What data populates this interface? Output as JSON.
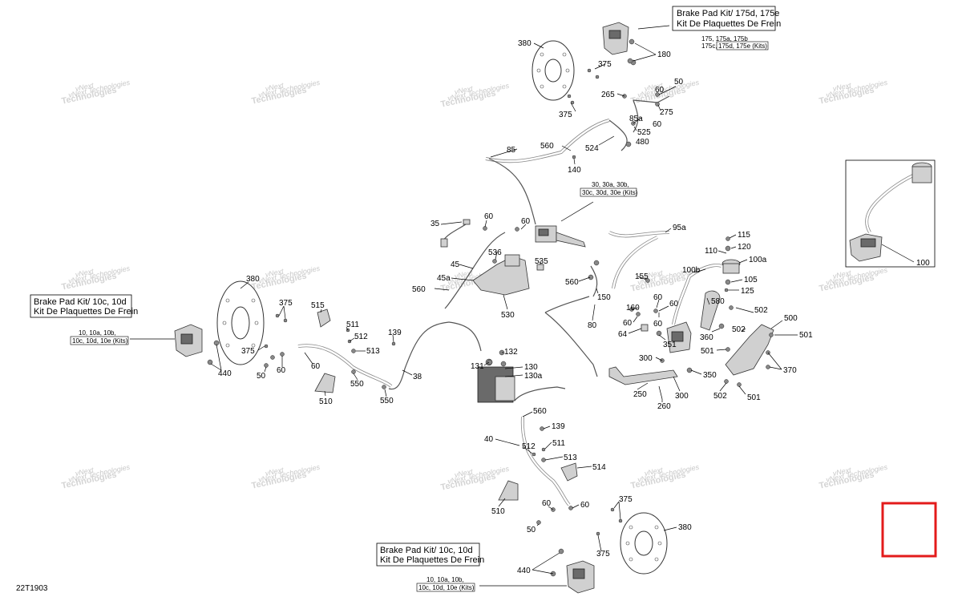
{
  "drawing_code": "22T1903",
  "watermark": {
    "line1": "vNext",
    "line2": "Technologies",
    "line3": "vNext Technologies"
  },
  "kit_boxes": {
    "top": {
      "line1": "Brake Pad Kit/ 175d, 175e",
      "line2": "Kit De Plaquettes De Frein",
      "codes1": "175, 175a, 175b",
      "codes2a": "175c,",
      "codes2b": "175d, 175e (Kits)"
    },
    "left": {
      "line1": "Brake Pad Kit/ 10c, 10d",
      "line2": "Kit De Plaquettes De Frein",
      "codes1": "10, 10a, 10b,",
      "codes2": "10c, 10d, 10e (Kits)"
    },
    "bottom": {
      "line1": "Brake Pad Kit/ 10c, 10d",
      "line2": "Kit De Plaquettes De Frein",
      "codes1": "10, 10a, 10b,",
      "codes2": "10c, 10d, 10e (Kits)"
    },
    "master": {
      "codes1": "30, 30a, 30b,",
      "codes2": "30c, 30d, 30e (Kits)"
    }
  },
  "callouts": {
    "c380a": "380",
    "c375a": "375",
    "c180": "180",
    "c375b": "375",
    "c265": "265",
    "c50a": "50",
    "c60a": "60",
    "c275": "275",
    "c60b": "60",
    "c85a": "85a",
    "c525": "525",
    "c524": "524",
    "c480": "480",
    "c85": "85",
    "c560a": "560",
    "c140": "140",
    "c35": "35",
    "c60c": "60",
    "c60d": "60",
    "c95a": "95a",
    "c115": "115",
    "c120": "120",
    "c110": "110",
    "c100a": "100a",
    "c100b": "100b",
    "c105": "105",
    "c125": "125",
    "c536": "536",
    "c45": "45",
    "c45a": "45a",
    "c535": "535",
    "c560b": "560",
    "c560c": "560",
    "c530": "530",
    "c150": "150",
    "c155": "155",
    "c60e": "60",
    "c160": "160",
    "c60f": "60",
    "c580": "580",
    "c60g": "60",
    "c60h": "60",
    "c80": "80",
    "c64": "64",
    "c502a": "502",
    "c500": "500",
    "c360": "360",
    "c502b": "502",
    "c501a": "501",
    "c351": "351",
    "c501b": "501",
    "c300a": "300",
    "c350": "350",
    "c370": "370",
    "c250": "250",
    "c300b": "300",
    "c260": "260",
    "c502c": "502",
    "c501c": "501",
    "c380b": "380",
    "c375c": "375",
    "c515": "515",
    "c511a": "511",
    "c512a": "512",
    "c513a": "513",
    "c139a": "139",
    "c132": "132",
    "c131": "131",
    "c130": "130",
    "c130a": "130a",
    "c375d": "375",
    "c60i": "60",
    "c50b": "50",
    "c60j": "60",
    "c440a": "440",
    "c550": "550",
    "c38": "38",
    "c550b": "550",
    "c510a": "510",
    "c560d": "560",
    "c139b": "139",
    "c40": "40",
    "c512b": "512",
    "c511b": "511",
    "c513b": "513",
    "c514": "514",
    "c510b": "510",
    "c60k": "60",
    "c60l": "60",
    "c50c": "50",
    "c375e": "375",
    "c380c": "380",
    "c375f": "375",
    "c440b": "440",
    "c100": "100"
  },
  "highlight_color": "#e31b1b"
}
